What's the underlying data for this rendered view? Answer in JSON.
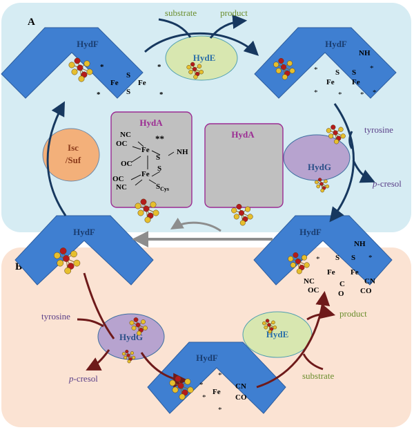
{
  "panels": {
    "a_label": "A",
    "b_label": "B",
    "a_color": "#d6ecf3",
    "b_color": "#fbe3d3"
  },
  "colors": {
    "protein": "#3f7fd1",
    "hyde": "#d8e7b0",
    "hydg": "#b7a3cf",
    "isc": "#f3b07a",
    "hyda_box": "#c0c0c0",
    "hyda_border": "#9b2a92",
    "hyda_text": "#9b2a92",
    "arrow_a": "#17385f",
    "arrow_b": "#6e1a1a",
    "grey_arrow": "#8d8d8d",
    "green_text": "#6b8e2e",
    "purple_text": "#5a3f88",
    "iron": "#b41b1b",
    "sulfur": "#e6bf2e"
  },
  "proteins": {
    "hydf": "HydF",
    "hyde": "HydE",
    "hydg": "HydG",
    "hyda": "HydA",
    "isc": "Isc",
    "suf": "/Suf"
  },
  "labels": {
    "substrate": "substrate",
    "product": "product",
    "tyrosine": "tyrosine",
    "p_italic": "p",
    "cresol": "-cresol"
  },
  "chem": {
    "fe": "Fe",
    "s": "S",
    "nh": "NH",
    "nc": "NC",
    "oc": "OC",
    "cn": "CN",
    "co": "CO",
    "c": "C",
    "o": "O",
    "star": "*",
    "dstar": "**",
    "s_cys_s": "S",
    "s_cys_sub": "Cys"
  }
}
